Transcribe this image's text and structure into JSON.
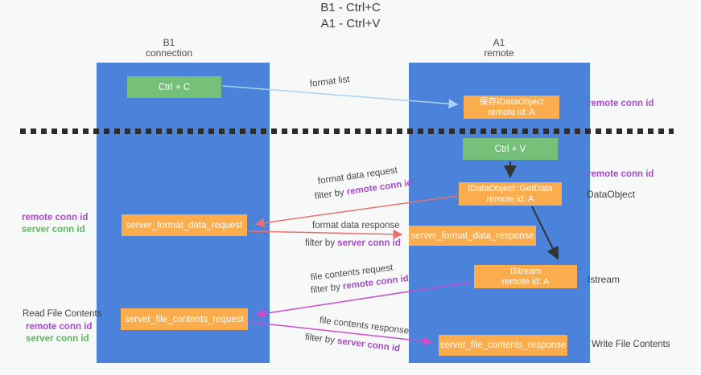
{
  "title": {
    "line1": "B1 - Ctrl+C",
    "line2": "A1 - Ctrl+V"
  },
  "columns": {
    "left": {
      "header_line1": "B1",
      "header_line2": "connection"
    },
    "right": {
      "header_line1": "A1",
      "header_line2": "remote"
    }
  },
  "nodes": {
    "ctrl_c": "Ctrl + C",
    "ctrl_v": "Ctrl + V",
    "save_idataobject": {
      "line1": "保存IDataObject",
      "line2": "remote id: A"
    },
    "getdata": {
      "line1": "IDataObject::GetData",
      "line2": "remote id: A"
    },
    "istream": {
      "line1": "IStream",
      "line2": "remote id: A"
    },
    "format_request": "server_format_data_request",
    "format_response": "server_format_data_response",
    "file_request": "server_file_contents_request",
    "file_response": "server_file_contents_response"
  },
  "flow_labels": {
    "format_list": "format list",
    "format_data_request": "format data request",
    "format_data_response": "format data response",
    "file_contents_request": "file contents request",
    "file_contents_response": "file contents response",
    "filter_by": "filter by ",
    "remote_conn_id": "remote conn id",
    "server_conn_id": "server conn id"
  },
  "side_labels": {
    "right_top_remote_conn_id": "remote conn id",
    "right_mid_remote_conn_id": "remote conn id",
    "dataobject": "DataObject",
    "istream": "Istream",
    "write_file_contents": "Write File Contents",
    "left_remote_conn_id": "remote conn id",
    "left_server_conn_id": "server conn id",
    "read_file_contents": "Read File Contents",
    "left_remote_conn_id2": "remote conn id",
    "left_server_conn_id2": "server conn id"
  },
  "colors": {
    "background": "#f7f8f8",
    "column_blue": "#4a83d9",
    "node_orange": "#fbad4d",
    "node_green": "#76c17a",
    "remote_conn_id_purple": "#a64cc6",
    "server_conn_id_green": "#5cb85c",
    "request_arrow_red": "#e87070",
    "file_arrow_magenta": "#cb4ecb",
    "format_list_arrow_blue": "#a9d3f0",
    "call_arrow_black": "#333333",
    "divider_dark": "#2c2c2c"
  }
}
